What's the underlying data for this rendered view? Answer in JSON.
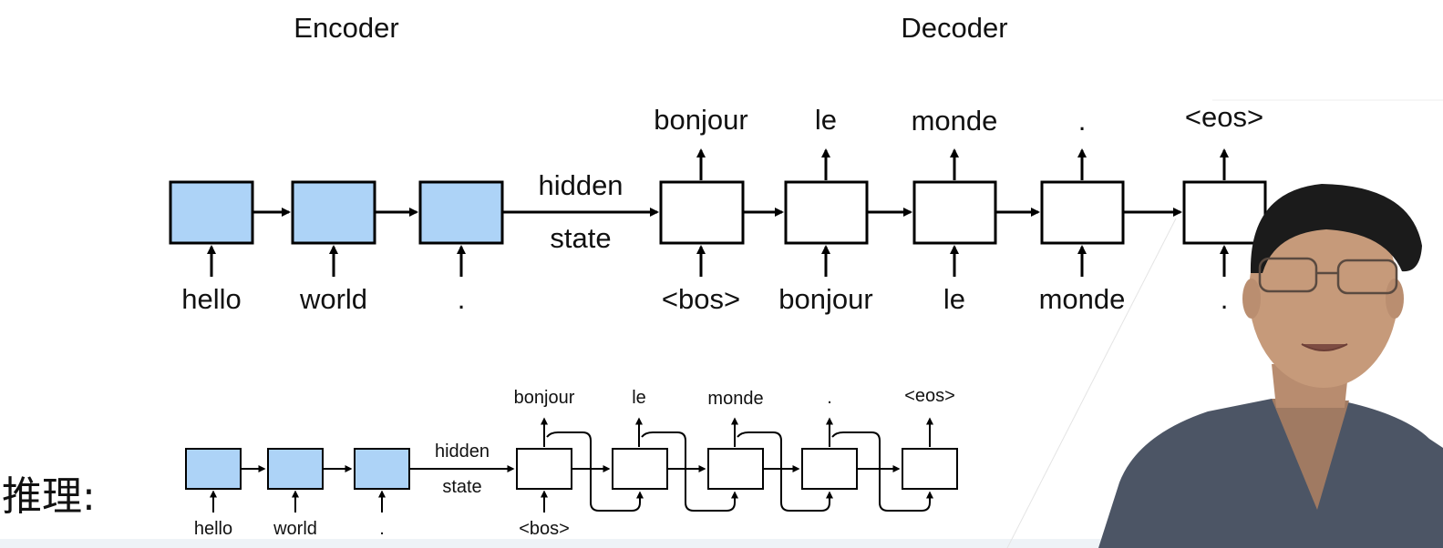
{
  "top": {
    "encoder_title": "Encoder",
    "decoder_title": "Decoder",
    "encoder_inputs": [
      "hello",
      "world",
      "."
    ],
    "bridge_label_1": "hidden",
    "bridge_label_2": "state",
    "decoder_inputs": [
      "<bos>",
      "bonjour",
      "le",
      "monde",
      "."
    ],
    "decoder_outputs": [
      "bonjour",
      "le",
      "monde",
      ".",
      "<eos>"
    ]
  },
  "bottom": {
    "section_label": "推理:",
    "encoder_inputs": [
      "hello",
      "world",
      "."
    ],
    "bridge_label_1": "hidden",
    "bridge_label_2": "state",
    "decoder_input": "<bos>",
    "decoder_outputs": [
      "bonjour",
      "le",
      "monde",
      ".",
      "<eos>"
    ]
  },
  "colors": {
    "encoder_fill": "#add3f7",
    "decoder_fill": "#ffffff",
    "stroke": "#000000"
  }
}
